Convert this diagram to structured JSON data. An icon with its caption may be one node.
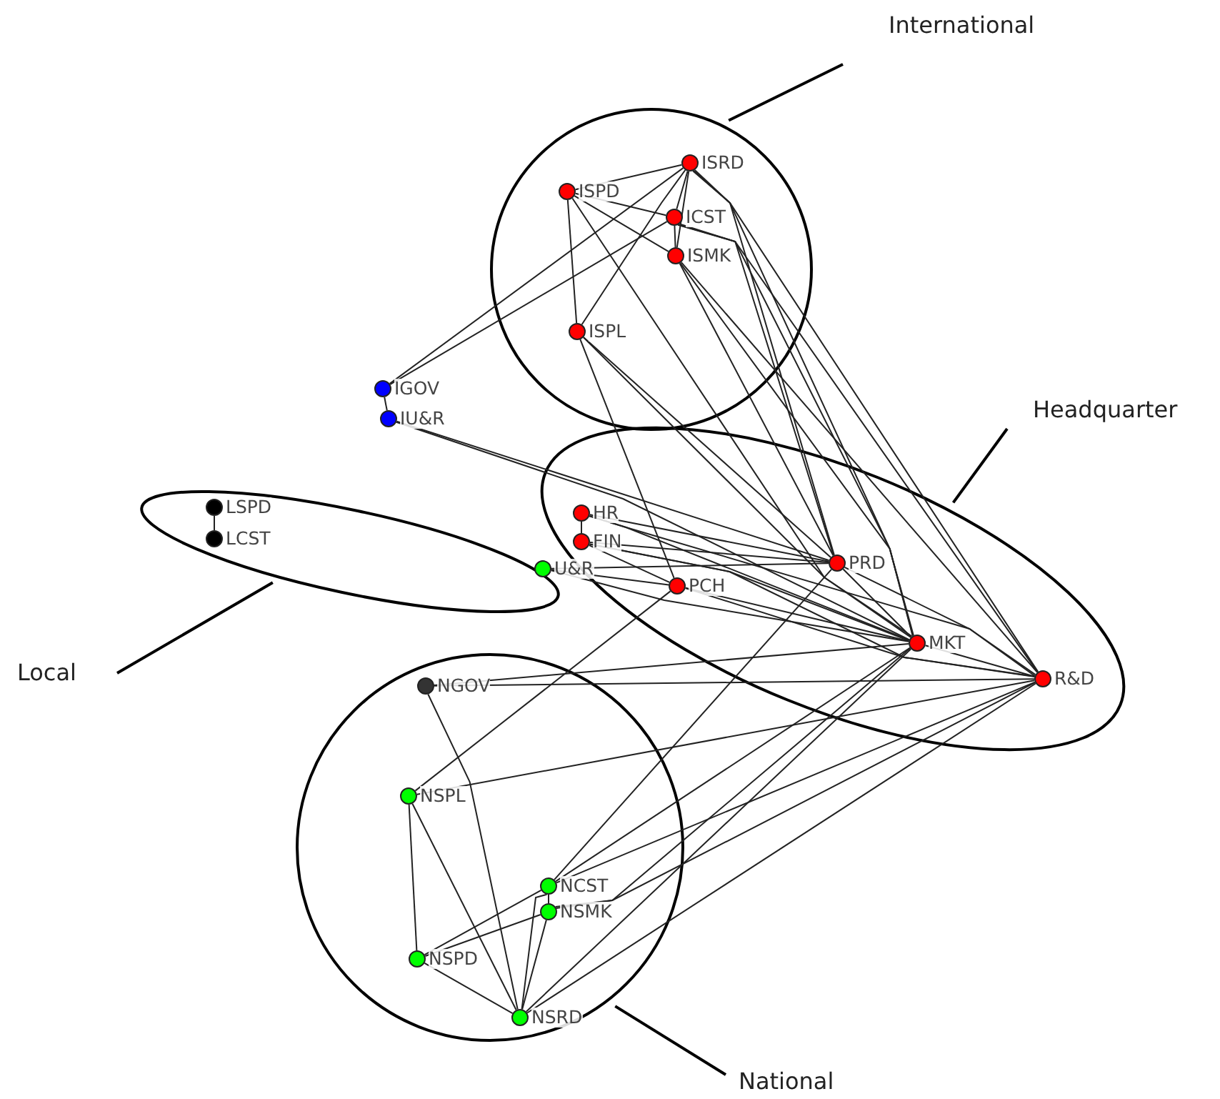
{
  "diagram": {
    "nodes": [
      {
        "text": [
          "International"
        ]
      },
      {
        "text": [],
        "shape": "circle"
      },
      {
        "text": [
          "ISRD"
        ],
        "in": 1
      },
      {
        "text": [
          "ISPD"
        ],
        "in": 1
      },
      {
        "text": [
          "ICST"
        ],
        "in": 1
      },
      {
        "text": [
          "ISMK"
        ],
        "in": 1
      },
      {
        "text": [
          "ISPL"
        ],
        "in": 1
      },
      {
        "text": [
          "IGOV"
        ]
      },
      {
        "text": [
          "IU&R"
        ]
      },
      {
        "text": [
          "Headquarter"
        ]
      },
      {
        "text": [],
        "shape": "ellipse"
      },
      {
        "text": [],
        "shape": "ellipse"
      },
      {
        "text": [
          "LSPD"
        ],
        "in": 11
      },
      {
        "text": [
          "LCST"
        ],
        "in": 11
      },
      {
        "text": [
          "HR"
        ],
        "in": 10
      },
      {
        "text": [
          "FIN"
        ],
        "in": 10
      },
      {
        "text": [
          "U&R"
        ]
      },
      {
        "text": [
          "PCH"
        ],
        "in": 10
      },
      {
        "text": [
          "PRD"
        ],
        "in": 10
      },
      {
        "text": [
          "MKT"
        ],
        "in": 10
      },
      {
        "text": [
          "R&D"
        ],
        "in": 10
      },
      {
        "text": [
          "Local"
        ]
      },
      {
        "text": [],
        "shape": "circle"
      },
      {
        "text": [
          "NGOV"
        ],
        "in": 22
      },
      {
        "text": [
          "NSPL"
        ],
        "in": 22
      },
      {
        "text": [
          "NCST"
        ],
        "in": 22
      },
      {
        "text": [
          "NSMK"
        ],
        "in": 22
      },
      {
        "text": [
          "NSPD"
        ],
        "in": 22
      },
      {
        "text": [
          "NSRD"
        ],
        "in": 22
      },
      {
        "text": [
          "National"
        ]
      }
    ],
    "edges": [
      {
        "from": 0,
        "to": 1,
        "arrow": "none"
      },
      {
        "from": 9,
        "to": 10,
        "arrow": "none"
      },
      {
        "from": 21,
        "to": 11,
        "arrow": "none"
      },
      {
        "from": 29,
        "to": 22,
        "arrow": "none"
      },
      {
        "from": 2,
        "to": 3,
        "arrow": "none"
      },
      {
        "from": 2,
        "to": 4,
        "arrow": "none"
      },
      {
        "from": 2,
        "to": 5,
        "arrow": "none"
      },
      {
        "from": 2,
        "to": 6,
        "arrow": "none"
      },
      {
        "from": 2,
        "to": 7,
        "arrow": "none"
      },
      {
        "from": 4,
        "to": 7,
        "arrow": "none"
      },
      {
        "from": 3,
        "to": 4,
        "arrow": "none"
      },
      {
        "from": 3,
        "to": 5,
        "arrow": "none"
      },
      {
        "from": 3,
        "to": 6,
        "arrow": "none"
      },
      {
        "from": 4,
        "to": 5,
        "arrow": "none"
      },
      {
        "from": 3,
        "to": 19,
        "arrow": "none"
      },
      {
        "from": 6,
        "to": 17,
        "arrow": "none"
      },
      {
        "from": 6,
        "to": 18,
        "arrow": "none"
      },
      {
        "from": 6,
        "to": 19,
        "arrow": "none"
      },
      {
        "from": 2,
        "to": 18,
        "arrow": "none"
      },
      {
        "from": 2,
        "to": 19,
        "arrow": "none"
      },
      {
        "from": 2,
        "to": 20,
        "arrow": "none"
      },
      {
        "from": 4,
        "to": 18,
        "arrow": "none"
      },
      {
        "from": 4,
        "to": 19,
        "arrow": "none"
      },
      {
        "from": 4,
        "to": 20,
        "arrow": "none"
      },
      {
        "from": 5,
        "to": 18,
        "arrow": "none"
      },
      {
        "from": 5,
        "to": 19,
        "arrow": "none"
      },
      {
        "from": 5,
        "to": 20,
        "arrow": "none"
      },
      {
        "from": 7,
        "to": 8,
        "arrow": "none"
      },
      {
        "from": 8,
        "to": 18,
        "arrow": "none"
      },
      {
        "from": 8,
        "to": 19,
        "arrow": "none"
      },
      {
        "from": 12,
        "to": 13,
        "arrow": "none"
      },
      {
        "from": 14,
        "to": 15,
        "arrow": "none"
      },
      {
        "from": 14,
        "to": 18,
        "arrow": "none"
      },
      {
        "from": 14,
        "to": 19,
        "arrow": "none"
      },
      {
        "from": 14,
        "to": 20,
        "arrow": "none"
      },
      {
        "from": 15,
        "to": 17,
        "arrow": "none"
      },
      {
        "from": 15,
        "to": 18,
        "arrow": "none"
      },
      {
        "from": 15,
        "to": 19,
        "arrow": "none"
      },
      {
        "from": 15,
        "to": 20,
        "arrow": "none"
      },
      {
        "from": 16,
        "to": 17,
        "arrow": "none"
      },
      {
        "from": 16,
        "to": 18,
        "arrow": "none"
      },
      {
        "from": 16,
        "to": 19,
        "arrow": "none"
      },
      {
        "from": 17,
        "to": 19,
        "arrow": "none"
      },
      {
        "from": 17,
        "to": 20,
        "arrow": "none"
      },
      {
        "from": 18,
        "to": 19,
        "arrow": "none"
      },
      {
        "from": 18,
        "to": 20,
        "arrow": "none"
      },
      {
        "from": 19,
        "to": 20,
        "arrow": "none"
      },
      {
        "from": 17,
        "to": 24,
        "arrow": "none"
      },
      {
        "from": 23,
        "to": 19,
        "arrow": "none"
      },
      {
        "from": 23,
        "to": 20,
        "arrow": "none"
      },
      {
        "from": 23,
        "to": 28,
        "arrow": "none"
      },
      {
        "from": 24,
        "to": 27,
        "arrow": "none"
      },
      {
        "from": 24,
        "to": 28,
        "arrow": "none"
      },
      {
        "from": 24,
        "to": 20,
        "arrow": "none"
      },
      {
        "from": 27,
        "to": 28,
        "arrow": "none"
      },
      {
        "from": 27,
        "to": 25,
        "arrow": "none"
      },
      {
        "from": 27,
        "to": 26,
        "arrow": "none"
      },
      {
        "from": 25,
        "to": 26,
        "arrow": "none"
      },
      {
        "from": 26,
        "to": 28,
        "arrow": "none"
      },
      {
        "from": 25,
        "to": 28,
        "arrow": "none"
      },
      {
        "from": 25,
        "to": 18,
        "arrow": "none"
      },
      {
        "from": 25,
        "to": 19,
        "arrow": "none"
      },
      {
        "from": 25,
        "to": 20,
        "arrow": "none"
      },
      {
        "from": 26,
        "to": 19,
        "arrow": "none"
      },
      {
        "from": 26,
        "to": 20,
        "arrow": "none"
      },
      {
        "from": 28,
        "to": 19,
        "arrow": "none"
      },
      {
        "from": 28,
        "to": 20,
        "arrow": "none"
      }
    ]
  }
}
